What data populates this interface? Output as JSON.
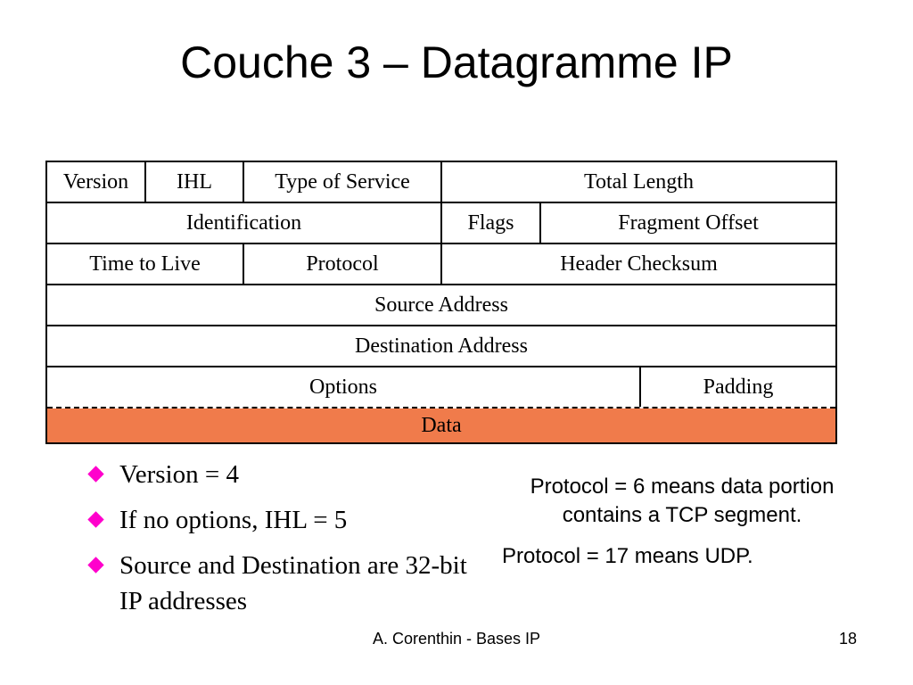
{
  "title": "Couche 3 – Datagramme IP",
  "header_table": {
    "row1": [
      "Version",
      "IHL",
      "Type of Service",
      "Total Length"
    ],
    "row2": [
      "Identification",
      "Flags",
      "Fragment Offset"
    ],
    "row3": [
      "Time to Live",
      "Protocol",
      "Header Checksum"
    ],
    "row4": [
      "Source Address"
    ],
    "row5": [
      "Destination Address"
    ],
    "row6": [
      "Options",
      "Padding"
    ],
    "row7": [
      "Data"
    ]
  },
  "colors": {
    "data_fill": "#f07b4b",
    "bullet": "#ff00cc"
  },
  "bullets": [
    "Version = 4",
    "If no options, IHL = 5",
    "Source and Destination are 32-bit IP addresses"
  ],
  "notes": {
    "protocol_tcp": "Protocol = 6 means data portion contains a TCP segment.",
    "protocol_udp": "Protocol = 17 means UDP."
  },
  "footer": {
    "author": "A. Corenthin - Bases IP",
    "page": "18"
  }
}
